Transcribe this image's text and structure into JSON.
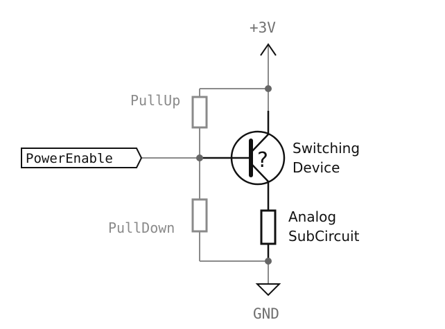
{
  "diagram": {
    "type": "circuit-schematic",
    "power_rail": {
      "label": "+3V"
    },
    "ground": {
      "label": "GND"
    },
    "input_port": {
      "label": "PowerEnable"
    },
    "resistors": {
      "pullup": {
        "label": "PullUp"
      },
      "pulldown": {
        "label": "PullDown"
      },
      "load": {
        "label_line1": "Analog",
        "label_line2": "SubCircuit"
      }
    },
    "switch": {
      "label_line1": "Switching",
      "label_line2": "Device",
      "symbol": "?"
    },
    "colors": {
      "wire_gray": "#8a8a8a",
      "wire_black": "#111111",
      "junction": "#666666",
      "label_gray": "#8a8a8a"
    }
  }
}
